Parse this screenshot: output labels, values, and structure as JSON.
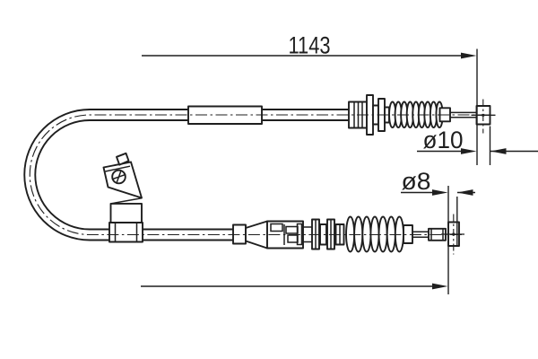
{
  "dims": {
    "total_length": "1143",
    "upper_end_diameter": "ø10",
    "lower_end_diameter": "ø8"
  },
  "style": {
    "line_color": "#1f1f1f",
    "background_color": "#ffffff"
  }
}
